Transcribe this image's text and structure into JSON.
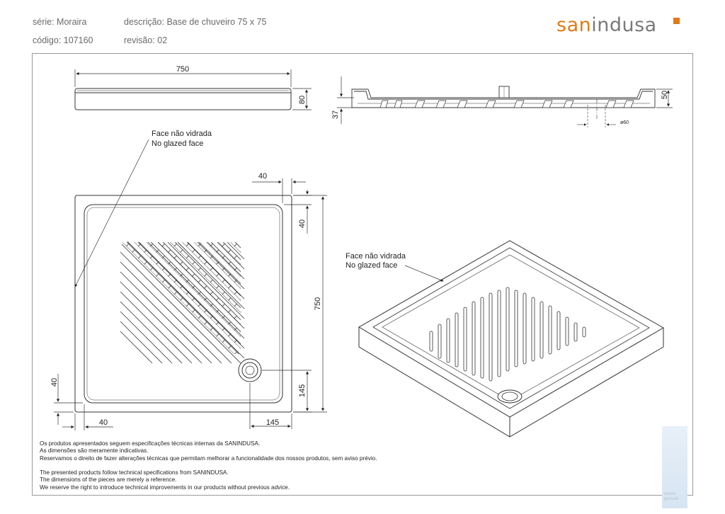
{
  "header": {
    "serie": "série: Moraira",
    "descricao": "descrição: Base de chuveiro 75 x 75",
    "codigo": "código: 107160",
    "revisao": "revisão: 02"
  },
  "logo": {
    "part1": "san",
    "part2": "indusa"
  },
  "drawing": {
    "front_width": "750",
    "front_height": "80",
    "section_height_right": "50",
    "section_height_left": "37",
    "drain_diameter": "ø60",
    "top_offset_40": "40",
    "right_offset_40": "40",
    "depth_750": "750",
    "bottom_left_40_v": "40",
    "bottom_left_40_h": "40",
    "drain_145_v": "145",
    "drain_145_h": "145",
    "glaze_note_line1": "Face não vidrada",
    "glaze_note_line2": "No glazed face"
  },
  "footer": {
    "pt": [
      "Os produtos apresentados seguem especificações técnicas internas da SANINDUSA.",
      "As dimensões são meramente indicativas.",
      "Reservamos o direito de fazer alterações técnicas que permitam melhorar a funcionalidade dos nossos produtos, sem aviso prévio."
    ],
    "en": [
      "The presented products follow technical specifications from SANINDUSA.",
      "The dimensions of the pieces are merely a reference.",
      "We reserve the right to introduce technical improvements in our products without previous advice."
    ]
  },
  "watermark": {
    "line1": "vannu",
    "line2": "pessule"
  },
  "colors": {
    "brand_orange": "#e07a1a",
    "brand_gray": "#7a7a7a"
  }
}
